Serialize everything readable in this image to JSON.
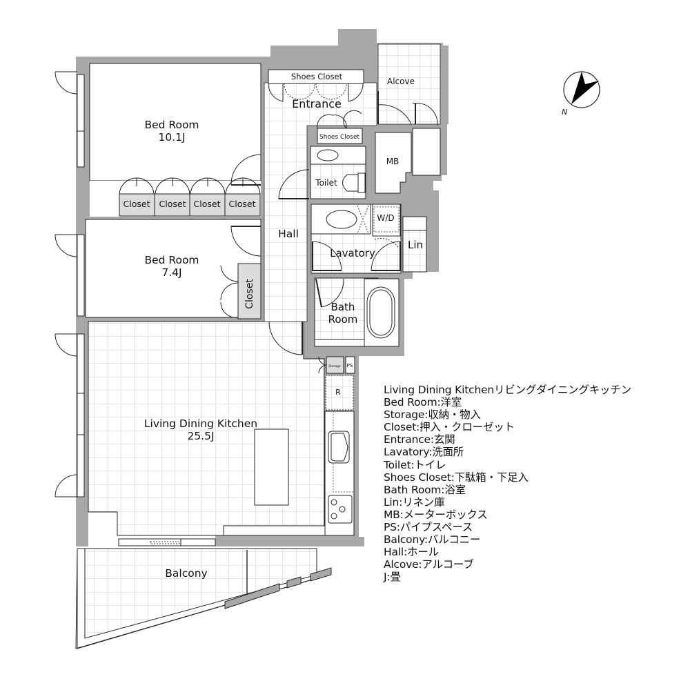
{
  "rooms": {
    "bedroom1": {
      "name": "Bed Room",
      "size": "10.1J"
    },
    "bedroom2": {
      "name": "Bed Room",
      "size": "7.4J"
    },
    "ldk": {
      "name": "Living Dining Kitchen",
      "size": "25.5J"
    },
    "entrance": {
      "name": "Entrance"
    },
    "hall": {
      "name": "Hall"
    },
    "alcove": {
      "name": "Alcove"
    },
    "toilet": {
      "name": "Toilet"
    },
    "lavatory": {
      "name": "Lavatory"
    },
    "bath": {
      "name_line1": "Bath",
      "name_line2": "Room"
    },
    "balcony": {
      "name": "Balcony"
    },
    "mb": {
      "name": "MB"
    },
    "wd": {
      "name": "W/D"
    },
    "lin": {
      "name": "Lin"
    },
    "ps": {
      "name": "PS"
    },
    "storage": {
      "name": "Storage"
    },
    "fridge": {
      "name": "R"
    },
    "shoes_closet_top": {
      "name": "Shoes Closet"
    },
    "shoes_closet_inner": {
      "name": "Shoes Closet"
    },
    "closets": [
      "Closet",
      "Closet",
      "Closet",
      "Closet"
    ],
    "closet_vertical": {
      "name": "Closet"
    }
  },
  "compass": {
    "label": "N"
  },
  "colors": {
    "wall": "#a8a8a8",
    "grid": "#c9c9c9",
    "closet_fill": "#dcdcdc",
    "line": "#222222"
  },
  "legend": [
    "Living Dining Kitchenリビングダイニングキッチン",
    "Bed Room:洋室",
    "Storage:収納・物入",
    "Closet:押入・クローゼット",
    "Entrance:玄関",
    "Lavatory:洗面所",
    "Toilet:トイレ",
    "Shoes Closet:下駄箱・下足入",
    "Bath Room:浴室",
    "Lin:リネン庫",
    "MB:メーターボックス",
    "PS:パイプスペース",
    "Balcony:バルコニー",
    "Hall:ホール",
    "Alcove:アルコーブ",
    "J:畳"
  ]
}
